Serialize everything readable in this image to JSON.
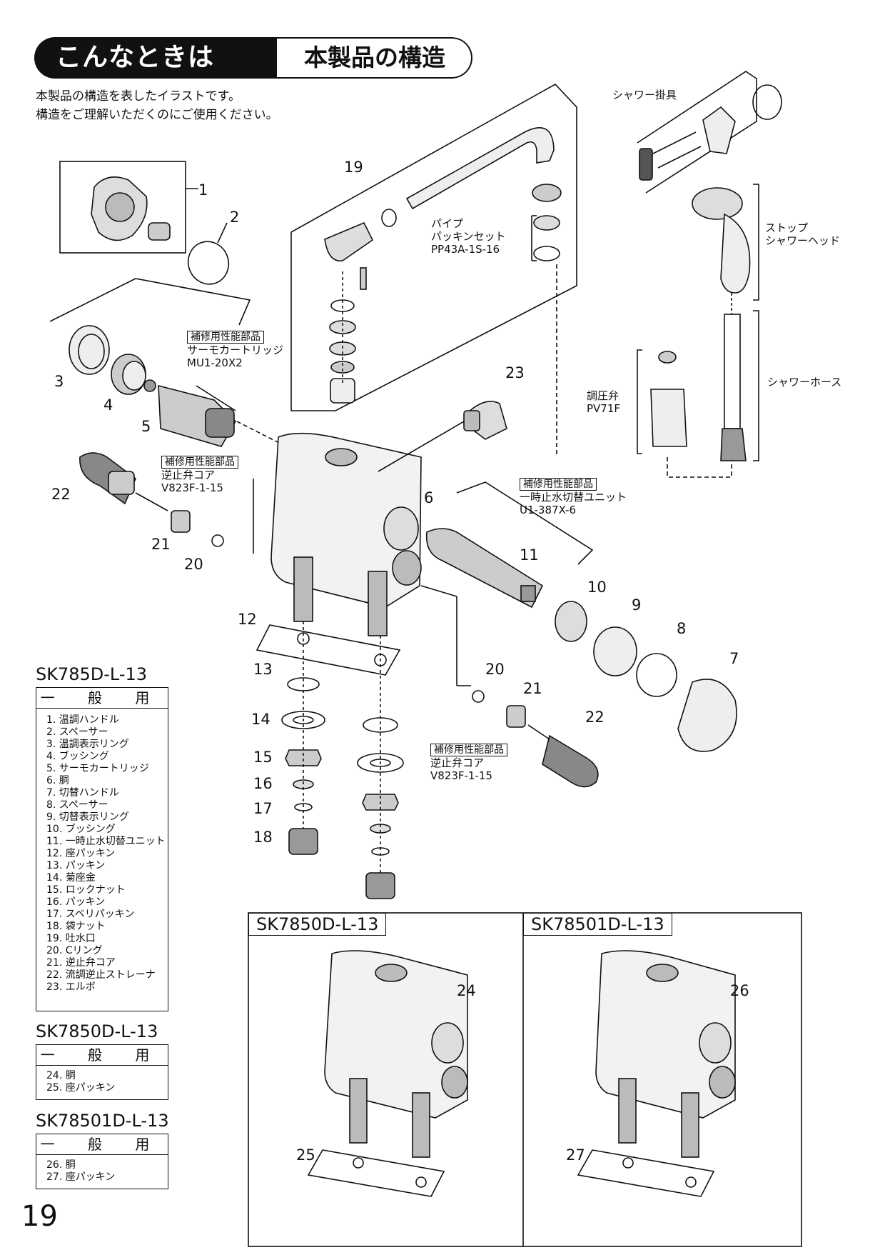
{
  "header": {
    "title_black": "こんなときは",
    "title_white": "本製品の構造"
  },
  "intro": [
    "本製品の構造を表したイラストです。",
    "構造をご理解いただくのにご使用ください。"
  ],
  "callouts": {
    "n1": "1",
    "n2": "2",
    "n3": "3",
    "n4": "4",
    "n5": "5",
    "n6": "6",
    "n7": "7",
    "n8": "8",
    "n9": "9",
    "n10": "10",
    "n11": "11",
    "n12": "12",
    "n13": "13",
    "n14": "14",
    "n15": "15",
    "n16": "16",
    "n17": "17",
    "n18": "18",
    "n19": "19",
    "n20a": "20",
    "n20b": "20",
    "n21a": "21",
    "n21b": "21",
    "n22a": "22",
    "n22b": "22",
    "n23": "23",
    "n24": "24",
    "n25": "25",
    "n26": "26",
    "n27": "27"
  },
  "labels": {
    "shower_holder": "シャワー掛具",
    "stop_shower_head": [
      "ストップ",
      "シャワーヘッド"
    ],
    "shower_hose": "シャワーホース",
    "pressure_valve": [
      "調圧弁",
      "PV71F"
    ],
    "pipe_packing": [
      "パイプ",
      "パッキンセット",
      "PP43A-1S-16"
    ],
    "repair_part": "補修用性能部品",
    "thermo_cartridge": [
      "サーモカートリッジ",
      "MU1-20X2"
    ],
    "check_valve_core_left": [
      "逆止弁コア",
      "V823F-1-15"
    ],
    "stop_unit": [
      "一時止水切替ユニット",
      "U1-387X-6"
    ],
    "check_valve_core_right": [
      "逆止弁コア",
      "V823F-1-15"
    ]
  },
  "tables": [
    {
      "model": "SK785D-L-13",
      "header": "一 般 用",
      "items": [
        "1. 温調ハンドル",
        "2. スペーサー",
        "3. 温調表示リング",
        "4. ブッシング",
        "5. サーモカートリッジ",
        "6. 胴",
        "7. 切替ハンドル",
        "8. スペーサー",
        "9. 切替表示リング",
        "10. ブッシング",
        "11. 一時止水切替ユニット",
        "12. 座パッキン",
        "13. パッキン",
        "14. 菊座金",
        "15. ロックナット",
        "16. パッキン",
        "17. スベリパッキン",
        "18. 袋ナット",
        "19. 吐水口",
        "20. Cリング",
        "21. 逆止弁コア",
        "22. 流調逆止ストレーナ",
        "23. エルボ"
      ]
    },
    {
      "model": "SK7850D-L-13",
      "header": "一 般 用",
      "items": [
        "24. 胴",
        "25. 座パッキン"
      ]
    },
    {
      "model": "SK78501D-L-13",
      "header": "一 般 用",
      "items": [
        "26. 胴",
        "27. 座パッキン"
      ]
    }
  ],
  "variants": [
    {
      "title": "SK7850D-L-13"
    },
    {
      "title": "SK78501D-L-13"
    }
  ],
  "page_number": "19"
}
